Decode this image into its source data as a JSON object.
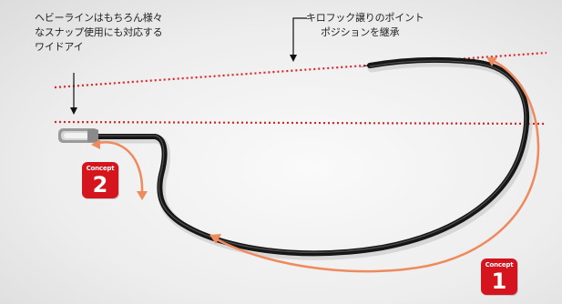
{
  "annotations": {
    "left_note": [
      "ヘビーラインはもちろん様々",
      "なスナップ使用にも対応する",
      "ワイドアイ"
    ],
    "right_note": [
      "キロフック譲りのポイント",
      "ポジションを継承"
    ]
  },
  "badges": [
    {
      "label": "Concept",
      "number": "2"
    },
    {
      "label": "Concept",
      "number": "1"
    }
  ],
  "colors": {
    "accent_red": "#d4151e",
    "arrow_orange": "#ee8a5e",
    "dotted_line_red": "#e0222a",
    "hook_black": "#161616"
  }
}
